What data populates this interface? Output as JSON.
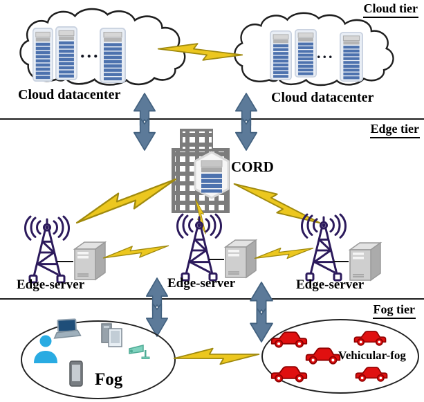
{
  "tiers": {
    "cloud": {
      "label": "Cloud tier"
    },
    "edge": {
      "label": "Edge tier"
    },
    "fog": {
      "label": "Fog tier"
    }
  },
  "cloud_tier": {
    "datacenters": [
      {
        "label": "Cloud datacenter",
        "ellipsis": "..."
      },
      {
        "label": "Cloud datacenter",
        "ellipsis": "..."
      }
    ]
  },
  "edge_tier": {
    "cord": {
      "label": "CORD"
    },
    "servers": [
      {
        "label": "Edge-server"
      },
      {
        "label": "Edge-server"
      },
      {
        "label": "Edge-server"
      }
    ]
  },
  "fog_tier": {
    "fog": {
      "label": "Fog"
    },
    "vehicular_fog": {
      "label": "Vehicular-fog"
    }
  },
  "icons": {
    "cloud": "cloud-icon",
    "server_rack": "server-rack-icon",
    "lightning_link": "lightning-bolt-icon",
    "tier_link": "double-arrow-icon",
    "building": "building-icon",
    "cell_tower": "cell-tower-icon",
    "server_box": "server-box-icon",
    "laptop": "laptop-icon",
    "person": "person-icon",
    "desktop_tablet": "desktop-tablet-icon",
    "smartphone": "smartphone-icon",
    "cctv_camera": "cctv-camera-icon",
    "car": "car-icon"
  },
  "colors": {
    "lightning_fill": "#ECC71F",
    "lightning_stroke": "#A08A0E",
    "arrow_fill": "#5C7A99",
    "arrow_stroke": "#42617F",
    "tower_color": "#2C1A5C",
    "car_fill": "#E01010",
    "car_stroke": "#8F0000",
    "person_fill": "#29ABE2",
    "building_fill": "#7C7C7C",
    "server_slat": "#4D72AE",
    "camera_fill": "#7FD2BE",
    "divider": "#1A1A1A"
  }
}
